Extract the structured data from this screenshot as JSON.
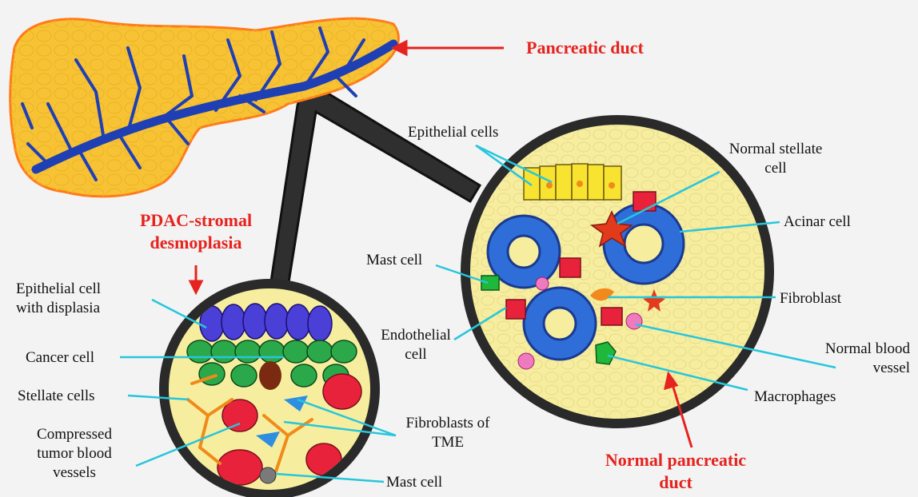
{
  "colors": {
    "accent_red": "#e6231e",
    "pointer_cyan": "#27c6dc",
    "pancreas_fill": "#f7c233",
    "duct_blue": "#1f3fb5",
    "frame_black": "#2a2a2a"
  },
  "labels": {
    "pancreatic_duct": "Pancreatic duct",
    "pdac_line1": "PDAC-stromal",
    "pdac_line2": "desmoplasia",
    "normal_duct_line1": "Normal pancreatic",
    "normal_duct_line2": "duct",
    "epithelial_cells": "Epithelial cells",
    "normal_stellate_line1": "Normal stellate",
    "normal_stellate_line2": "cell",
    "acinar_cell": "Acinar cell",
    "mast_cell_right": "Mast cell",
    "fibroblast": "Fibroblast",
    "endothelial_line1": "Endothelial",
    "endothelial_line2": "cell",
    "normal_blood_line1": "Normal blood",
    "normal_blood_line2": "vessel",
    "macrophages": "Macrophages",
    "epi_dysplasia_line1": "Epithelial cell",
    "epi_dysplasia_line2": "with displasia",
    "cancer_cell": "Cancer cell",
    "stellate_cells": "Stellate cells",
    "compressed_line1": "Compressed",
    "compressed_line2": "tumor blood",
    "compressed_line3": "vessels",
    "fibroblasts_tme_line1": "Fibroblasts of",
    "fibroblasts_tme_line2": "TME",
    "mast_cell_left": "Mast cell"
  }
}
